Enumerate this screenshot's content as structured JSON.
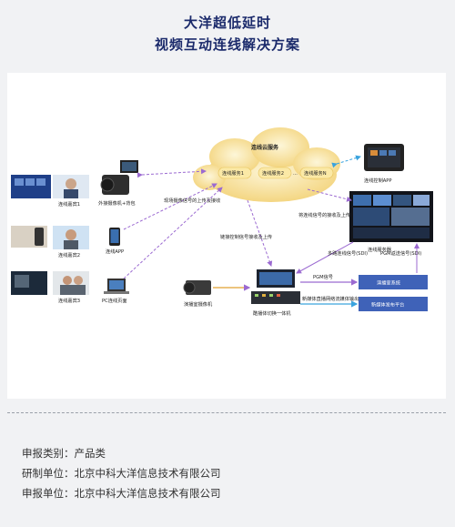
{
  "header": {
    "title_line1": "大洋超低延时",
    "title_line2": "视频互动连线解决方案"
  },
  "diagram": {
    "cloud_label": "连线云服务",
    "cloud_nodes": [
      "连线服务1",
      "连线服务2",
      "连线服务N"
    ],
    "dots": "...",
    "guests": [
      "连线嘉宾1",
      "连线嘉宾2",
      "连线嘉宾3"
    ],
    "devices": [
      "外接摄像机+背包",
      "连线APP",
      "PC连线页面"
    ],
    "control_app": "连线控制APP",
    "edge_uplink": "现场摄像信号的上传及接收",
    "edge_return": "链接控制信号接收及上传",
    "edge_media": "将连线信号的接收及上传",
    "server_label": "连线服务器",
    "multi_signal": "多路连线信号(SDI)",
    "pgm_return": "PGM返送信号(SDI)",
    "camera_label": "演播室摄像机",
    "switcher_label": "酷播体切换一体机",
    "pgm_signal": "PGM信号",
    "newmedia_signal": "新媒体直播网络流媒体输出",
    "broadcast_box": "演播室系统",
    "newmedia_box": "新媒体发布平台"
  },
  "footer": {
    "category": "申报类别：产品类",
    "developer": "研制单位：北京中科大洋信息技术有限公司",
    "applicant": "申报单位：北京中科大洋信息技术有限公司"
  }
}
